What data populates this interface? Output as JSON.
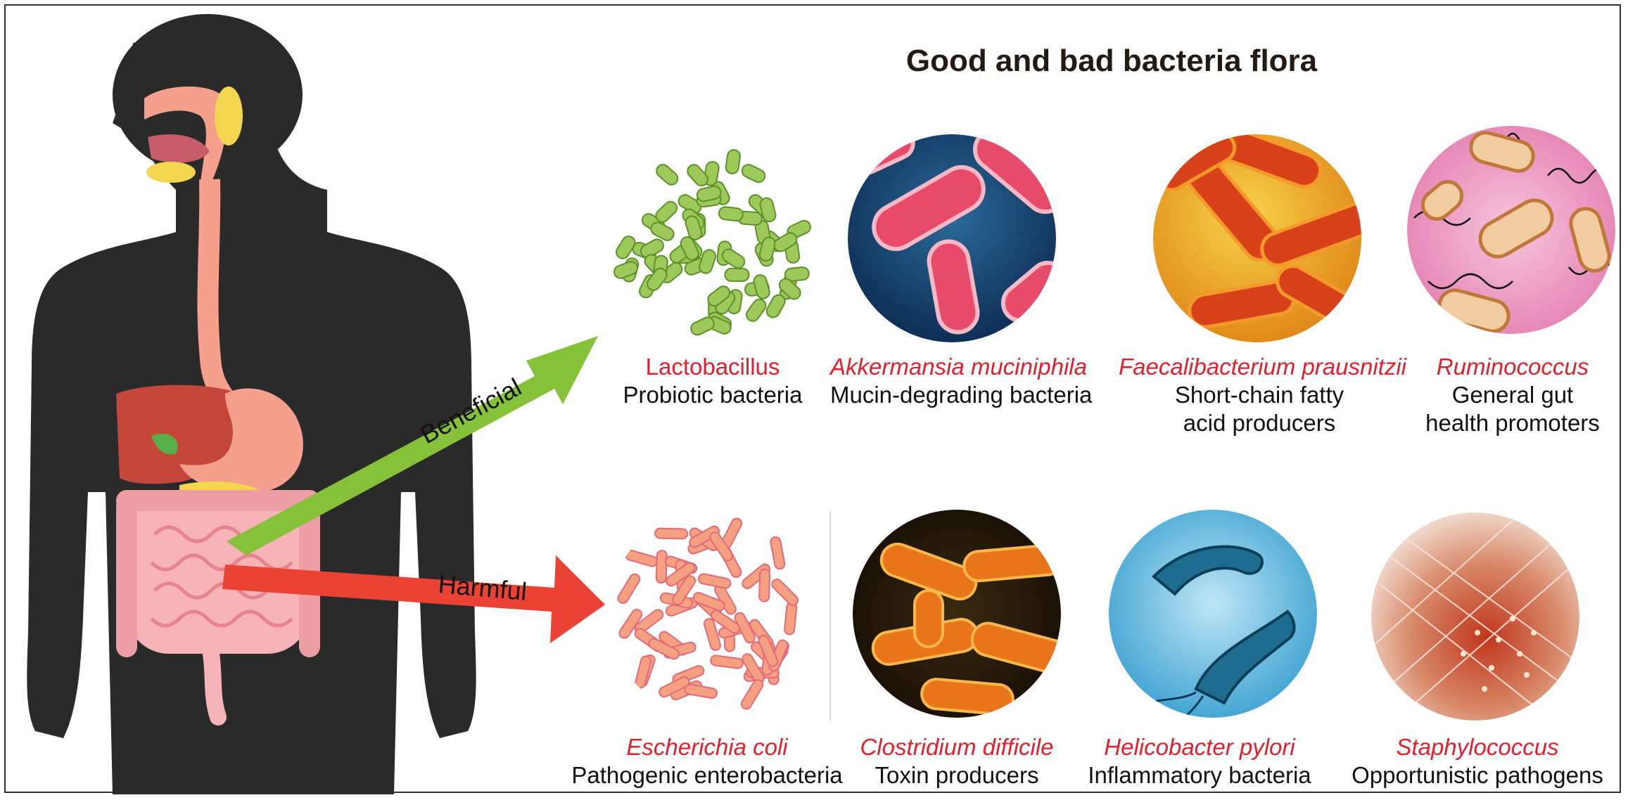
{
  "title": "Good and bad bacteria flora",
  "arrows": {
    "beneficial": "Beneficial",
    "harmful": "Harmful"
  },
  "beneficial": [
    {
      "name": "Lactobacillus",
      "desc": [
        "Probiotic bacteria"
      ]
    },
    {
      "name": "Akkermansia muciniphila",
      "desc": [
        "Mucin-degrading bacteria"
      ]
    },
    {
      "name": "Faecalibacterium prausnitzii",
      "desc": [
        "Short-chain fatty",
        "acid producers"
      ]
    },
    {
      "name": "Ruminococcus",
      "desc": [
        "General gut",
        "health promoters"
      ]
    }
  ],
  "harmful": [
    {
      "name": "Escherichia coli",
      "desc": [
        "Pathogenic enterobacteria"
      ]
    },
    {
      "name": "Clostridium difficile",
      "desc": [
        "Toxin producers"
      ]
    },
    {
      "name": "Helicobacter pylori",
      "desc": [
        "Inflammatory bacteria"
      ]
    },
    {
      "name": "Staphylococcus",
      "desc": [
        "Opportunistic pathogens"
      ]
    }
  ],
  "colors": {
    "beneficial_arrow": "#86c13a",
    "harmful_arrow": "#ea4335",
    "species_name": "#e0202c",
    "body_silhouette": "#2a2a2a"
  }
}
